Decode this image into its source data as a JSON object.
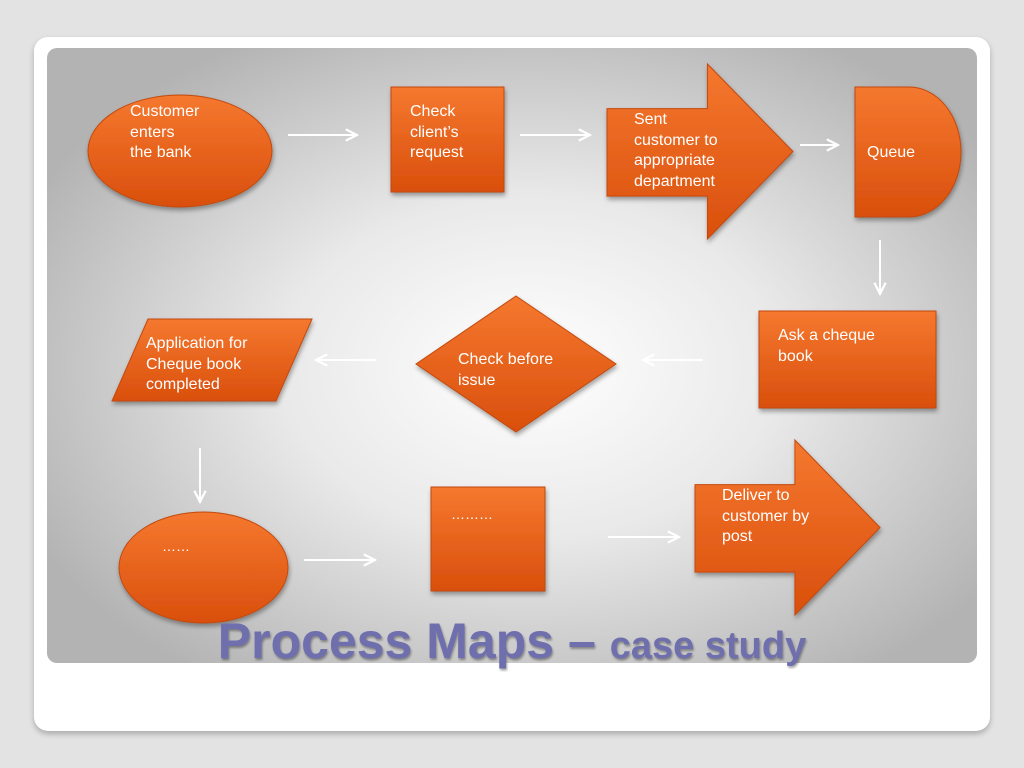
{
  "diagram": {
    "title": "Process Maps –",
    "subtitle": "case study",
    "colors": {
      "node_fill_top": "#f5782f",
      "node_fill_bottom": "#d94f0c",
      "node_stroke": "#c24a10",
      "arrow": "#ffffff",
      "title": "#6f6fae"
    },
    "nodes": [
      {
        "id": "customer-enters",
        "shape": "ellipse",
        "text": "Customer\nenters\nthe bank"
      },
      {
        "id": "check-request",
        "shape": "rectangle",
        "text": "Check\nclient’s\nrequest"
      },
      {
        "id": "sent-customer",
        "shape": "block-arrow",
        "text": "Sent\ncustomer to\nappropriate\ndepartment"
      },
      {
        "id": "queue",
        "shape": "delay",
        "text": "Queue"
      },
      {
        "id": "ask-cheque",
        "shape": "rectangle",
        "text": "Ask a cheque\nbook"
      },
      {
        "id": "check-before-issue",
        "shape": "diamond",
        "text": "Check before\nissue"
      },
      {
        "id": "application-completed",
        "shape": "parallelogram",
        "text": "Application for\nCheque book\ncompleted"
      },
      {
        "id": "ellipse-placeholder",
        "shape": "ellipse",
        "text": "……"
      },
      {
        "id": "rect-placeholder",
        "shape": "rectangle",
        "text": "………"
      },
      {
        "id": "deliver-post",
        "shape": "block-arrow",
        "text": "Deliver to\ncustomer by\npost"
      }
    ],
    "edges": [
      {
        "from": "customer-enters",
        "to": "check-request"
      },
      {
        "from": "check-request",
        "to": "sent-customer"
      },
      {
        "from": "sent-customer",
        "to": "queue"
      },
      {
        "from": "queue",
        "to": "ask-cheque"
      },
      {
        "from": "ask-cheque",
        "to": "check-before-issue"
      },
      {
        "from": "check-before-issue",
        "to": "application-completed"
      },
      {
        "from": "application-completed",
        "to": "ellipse-placeholder"
      },
      {
        "from": "ellipse-placeholder",
        "to": "rect-placeholder"
      },
      {
        "from": "rect-placeholder",
        "to": "deliver-post"
      }
    ]
  }
}
